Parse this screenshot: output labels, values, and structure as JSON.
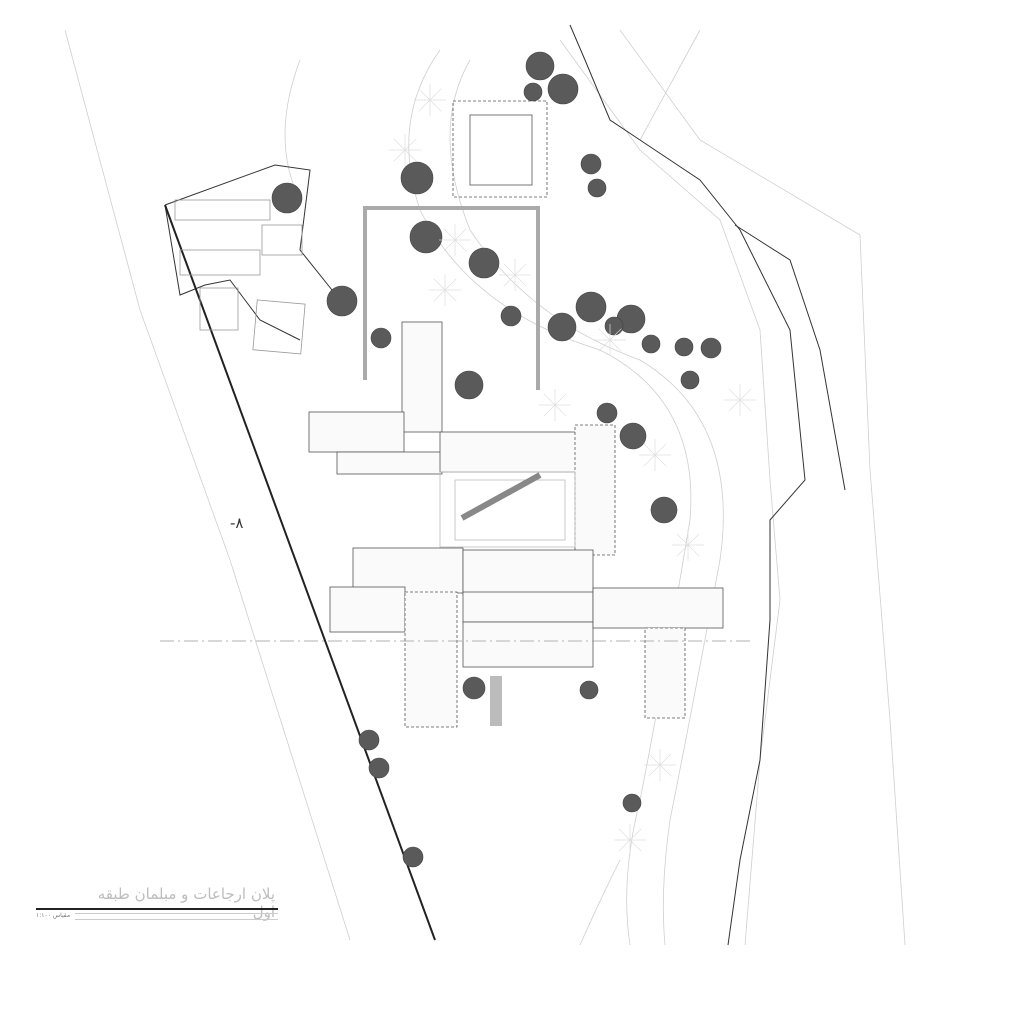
{
  "drawing": {
    "title": "پلان ارجاعات و مبلمان طبقه اول",
    "scale_label": "مقیاس ۱:۱۰۰",
    "section_mark": "-۸"
  },
  "colors": {
    "tree": "#5a5a5a",
    "line": "#333333",
    "faint": "#cfcfcf"
  }
}
